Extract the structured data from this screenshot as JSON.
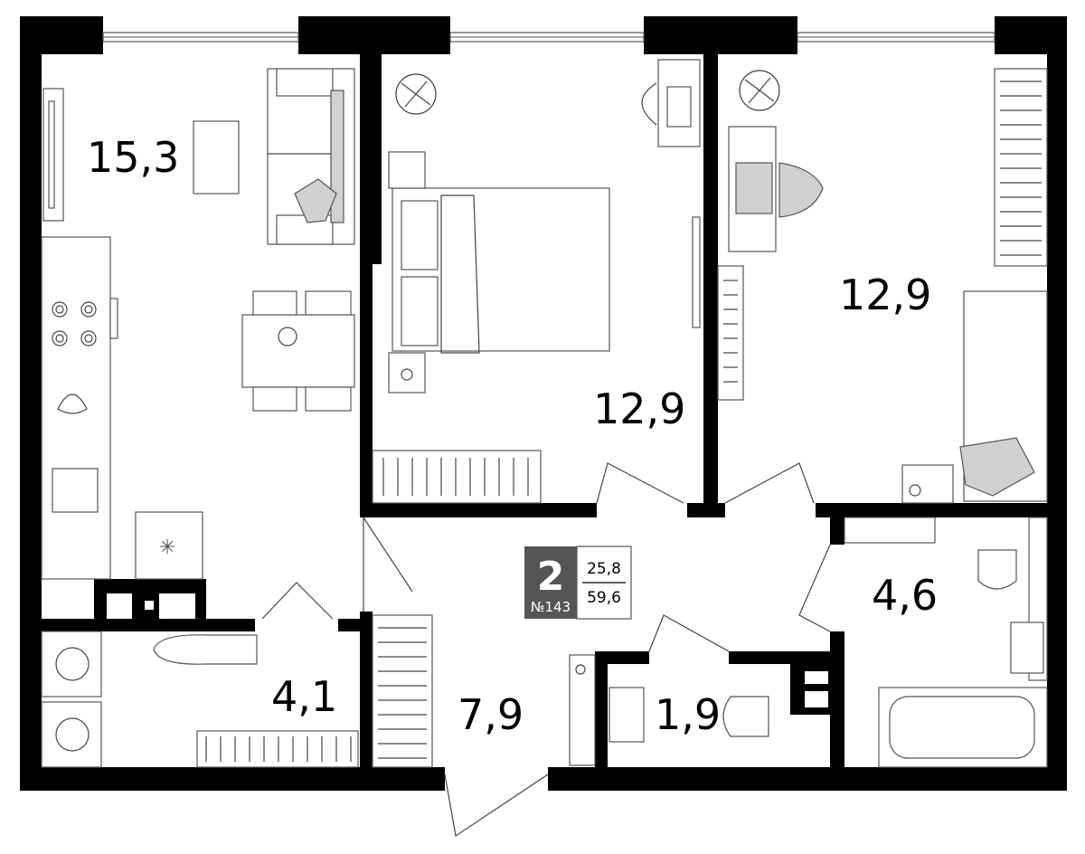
{
  "rooms": {
    "living_kitchen": "15,3",
    "bedroom_1": "12,9",
    "bedroom_2": "12,9",
    "bathroom_large": "4,6",
    "storage": "4,1",
    "hallway": "7,9",
    "bathroom_small": "1,9"
  },
  "badge": {
    "rooms_count": "2",
    "apartment_number": "№143",
    "living_area": "25,8",
    "total_area": "59,6"
  },
  "colors": {
    "wall": "#000000",
    "badge_bg": "#555555",
    "accent_fill": "#d0d0d0"
  }
}
